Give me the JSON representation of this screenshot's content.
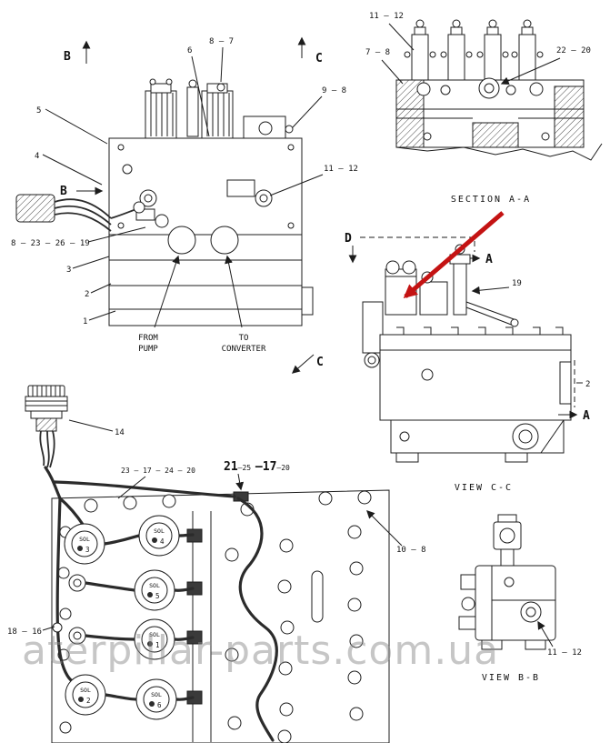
{
  "colors": {
    "background": "#ffffff",
    "line": "#1c1c1c",
    "red_arrow": "#c41313",
    "watermark": "#8f8f8f"
  },
  "watermark": {
    "text": "aterpillar-parts.com.ua"
  },
  "main_assembly": {
    "markers": {
      "b_top": "B",
      "b_side": "B",
      "c_top": "C",
      "c_bottom": "C"
    },
    "callouts": {
      "k5": "5",
      "k4": "4",
      "k6": "6",
      "k8_7": "8 – 7",
      "k9_8": "9 – 8",
      "k11_12": "11 – 12",
      "k8_23_26_19": "8 – 23 – 26 – 19",
      "k3": "3",
      "k2": "2",
      "k1": "1"
    },
    "flow_labels": {
      "from_line1": "FROM",
      "from_line2": "PUMP",
      "to_line1": "TO",
      "to_line2": "CONVERTER"
    }
  },
  "section_aa": {
    "title": "SECTION A-A",
    "callouts": {
      "k11_12": "11 – 12",
      "k7_8": "7 – 8",
      "k22_20": "22 – 20"
    }
  },
  "view_cc": {
    "title": "VIEW C-C",
    "markers": {
      "d": "D",
      "a_top": "A",
      "a_bottom": "A"
    },
    "callouts": {
      "k19": "19",
      "k2": "2"
    }
  },
  "valve_plate": {
    "callouts": {
      "k14": "14",
      "k23_17_24_20": "23 – 17 – 24 – 20",
      "k21": "21",
      "k25": "–25 ",
      "k17": "–17",
      "k20": "–20",
      "k10_8": "10 – 8",
      "k18_16": "18 – 16"
    },
    "solenoids": [
      {
        "label": "SOL",
        "num": "3"
      },
      {
        "label": "SOL",
        "num": "4"
      },
      {
        "label": "SOL",
        "num": "5"
      },
      {
        "label": "SOL",
        "num": "1"
      },
      {
        "label": "SOL",
        "num": "2"
      },
      {
        "label": "SOL",
        "num": "6"
      }
    ]
  },
  "view_bb": {
    "title": "VIEW B-B",
    "callouts": {
      "k11_12": "11 – 12"
    }
  }
}
